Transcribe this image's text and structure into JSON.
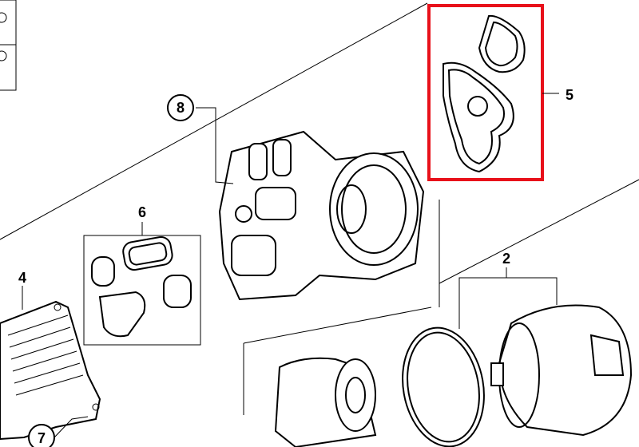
{
  "callouts": {
    "c8": "8",
    "c5": "5",
    "c6": "6",
    "c4": "4",
    "c2": "2",
    "c7": "7"
  },
  "highlight_color": "#e8101a"
}
